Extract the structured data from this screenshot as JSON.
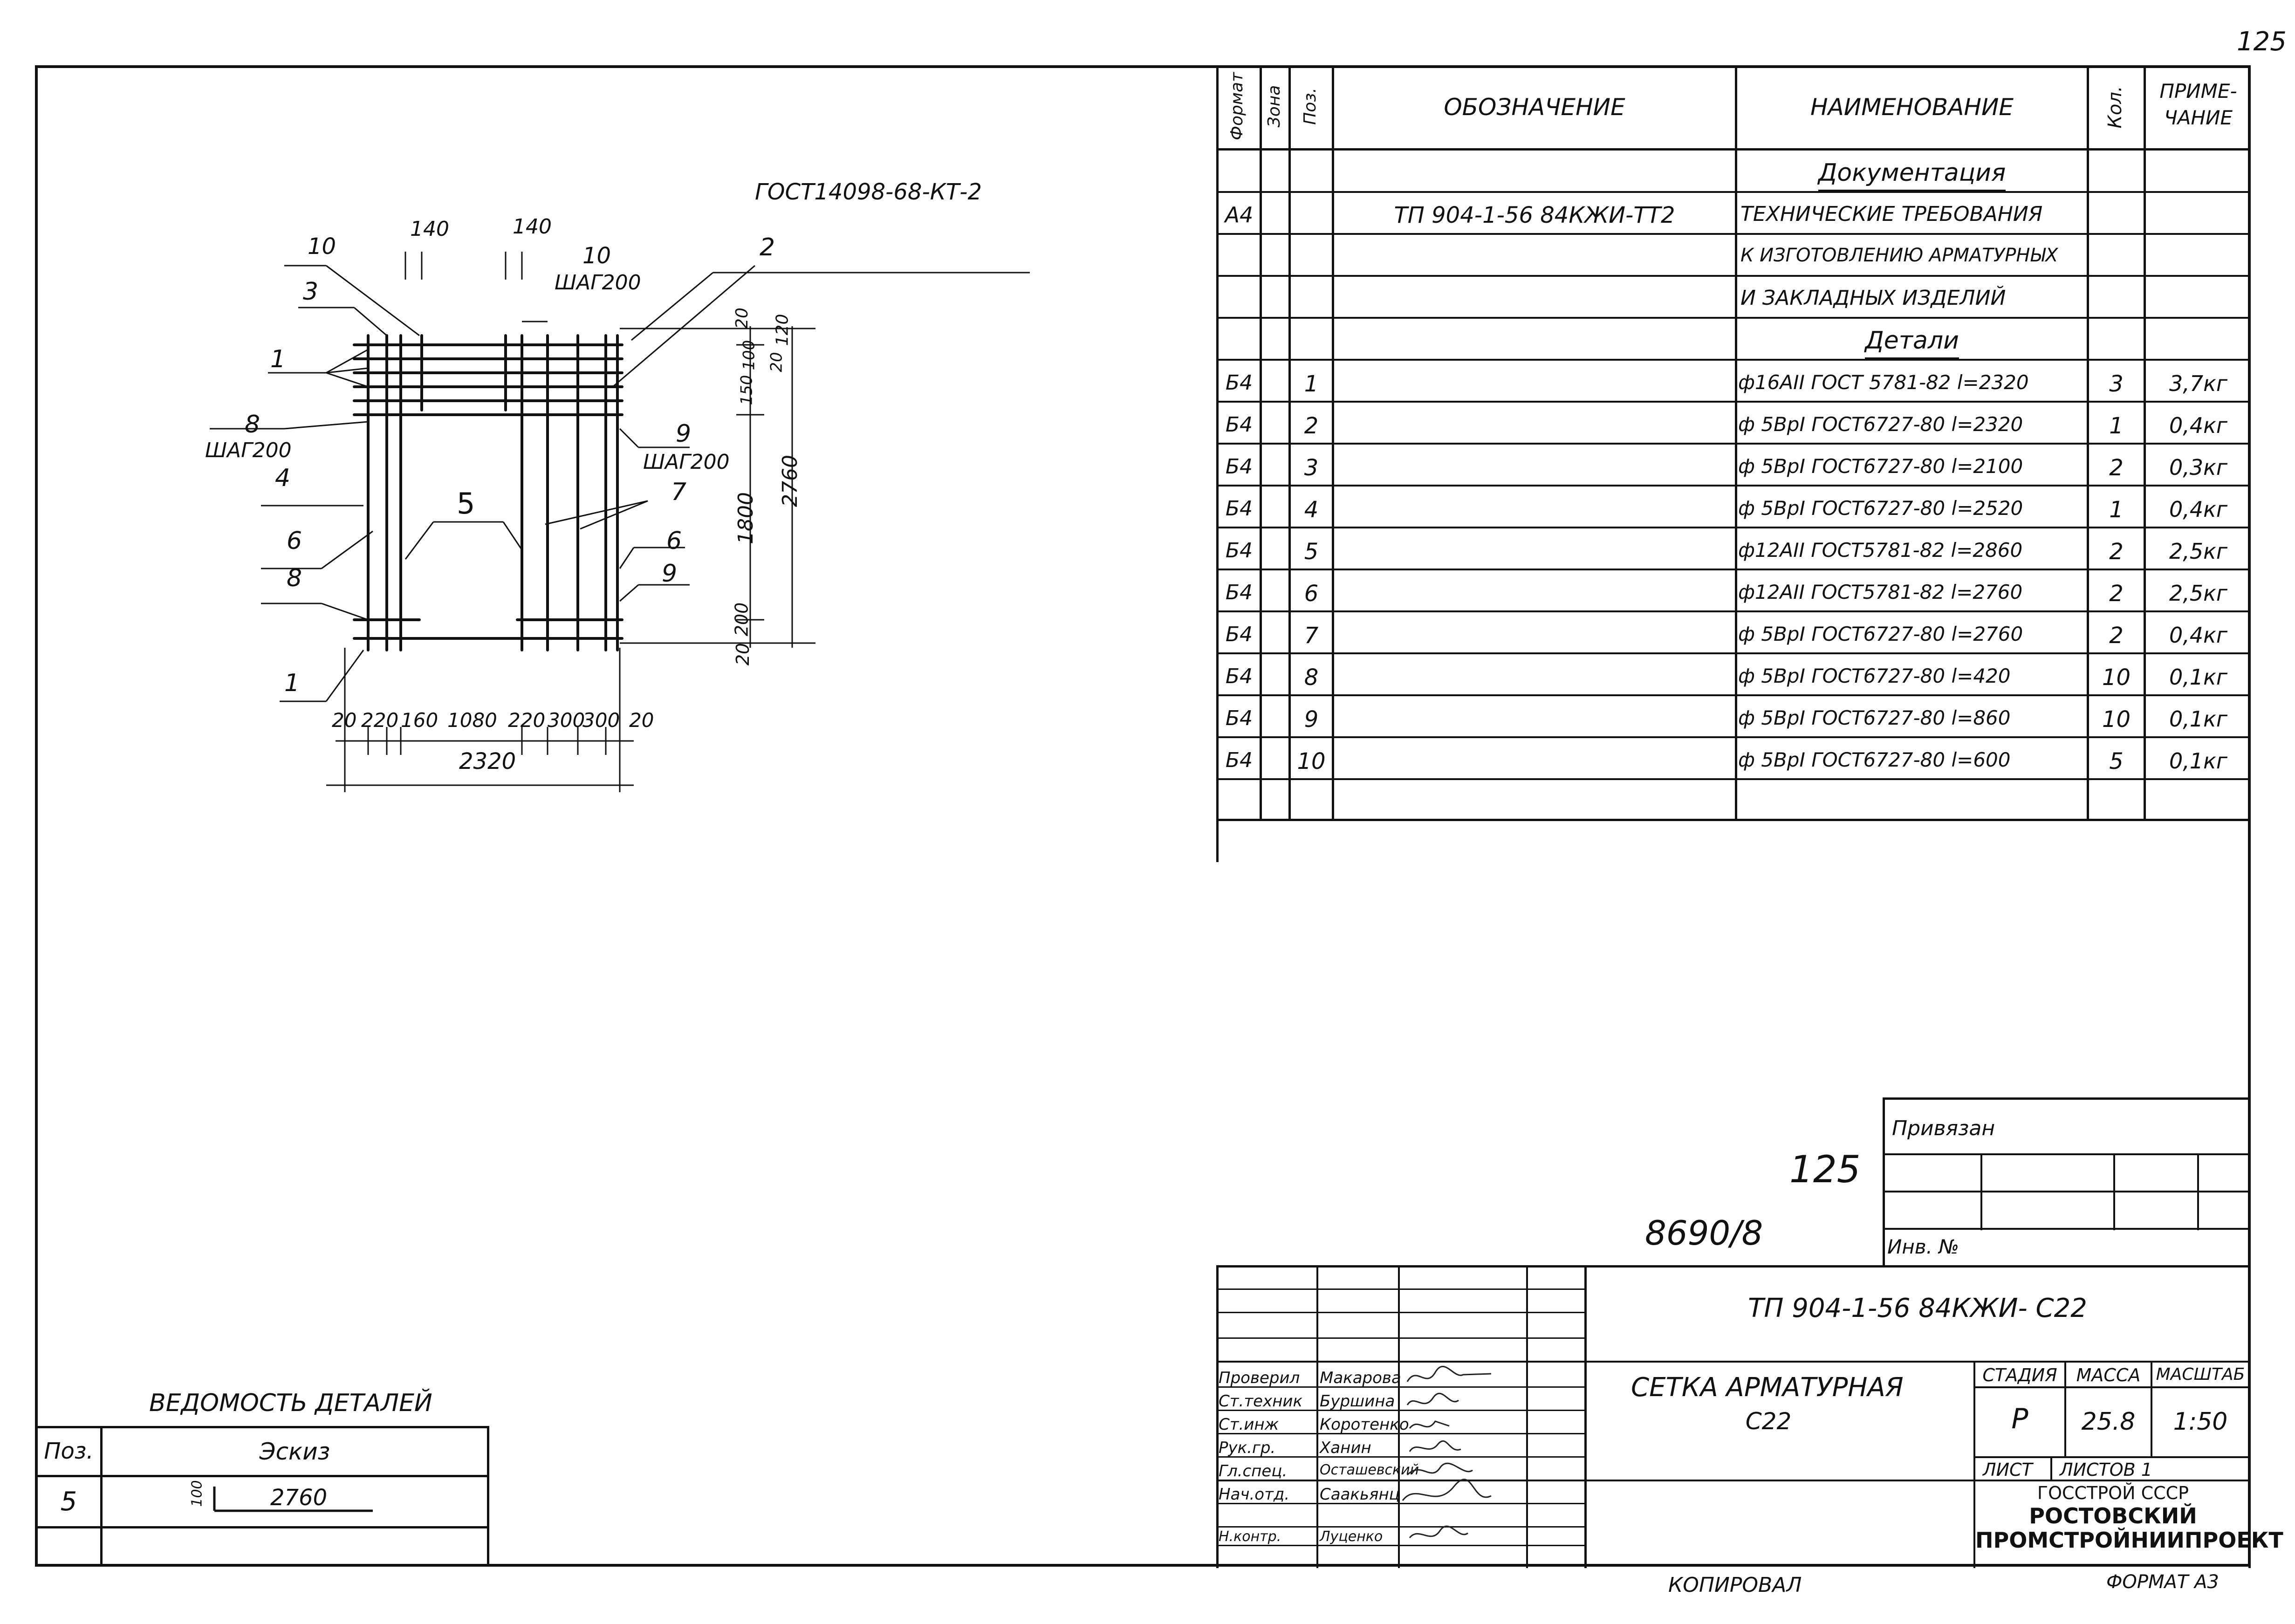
{
  "sheet": {
    "number": "125"
  },
  "spec": {
    "headers": {
      "format": "Формат",
      "zone": "Зона",
      "pos": "Поз.",
      "designation": "ОБОЗНАЧЕНИЕ",
      "name": "НАИМЕНОВАНИЕ",
      "qty": "Кол.",
      "note_line1": "ПРИМЕ-",
      "note_line2": "ЧАНИЕ"
    },
    "section_docs": "Документация",
    "doc_row": {
      "format": "А4",
      "designation": "ТП 904-1-56 84КЖИ-ТТ2",
      "name_lines": [
        "ТЕХНИЧЕСКИЕ ТРЕБОВАНИЯ",
        "К ИЗГОТОВЛЕНИЮ АРМАТУРНЫХ",
        "И ЗАКЛАДНЫХ ИЗДЕЛИЙ"
      ]
    },
    "section_parts": "Детали",
    "rows": [
      {
        "format": "Б4",
        "pos": "1",
        "name": "ф16АII ГОСТ 5781-82 l=2320",
        "qty": "3",
        "note": "3,7кг"
      },
      {
        "format": "Б4",
        "pos": "2",
        "name": "ф 5ВрI ГОСТ6727-80 l=2320",
        "qty": "1",
        "note": "0,4кг"
      },
      {
        "format": "Б4",
        "pos": "3",
        "name": "ф 5ВрI ГОСТ6727-80 l=2100",
        "qty": "2",
        "note": "0,3кг"
      },
      {
        "format": "Б4",
        "pos": "4",
        "name": "ф 5ВрI ГОСТ6727-80 l=2520",
        "qty": "1",
        "note": "0,4кг"
      },
      {
        "format": "Б4",
        "pos": "5",
        "name": "ф12АII ГОСТ5781-82 l=2860",
        "qty": "2",
        "note": "2,5кг"
      },
      {
        "format": "Б4",
        "pos": "6",
        "name": "ф12АII ГОСТ5781-82 l=2760",
        "qty": "2",
        "note": "2,5кг"
      },
      {
        "format": "Б4",
        "pos": "7",
        "name": "ф 5ВрI ГОСТ6727-80 l=2760",
        "qty": "2",
        "note": "0,4кг"
      },
      {
        "format": "Б4",
        "pos": "8",
        "name": "ф 5ВрI ГОСТ6727-80 l=420",
        "qty": "10",
        "note": "0,1кг"
      },
      {
        "format": "Б4",
        "pos": "9",
        "name": "ф 5ВрI ГОСТ6727-80 l=860",
        "qty": "10",
        "note": "0,1кг"
      },
      {
        "format": "Б4",
        "pos": "10",
        "name": "ф 5ВрI ГОСТ6727-80 l=600",
        "qty": "5",
        "note": "0,1кг"
      }
    ]
  },
  "drawing": {
    "gost_label": "ГОСТ14098-68-КТ-2",
    "labels": {
      "l10a": "10",
      "l140a": "140",
      "l140b": "140",
      "l10b": "10",
      "step_top": "ШАГ200",
      "l3": "3",
      "l2": "2",
      "l1a": "1",
      "l8": "8",
      "step8": "ШАГ200",
      "l4": "4",
      "l9": "9",
      "step9": "ШАГ200",
      "l5": "5",
      "l7": "7",
      "l6a": "6",
      "l6b": "6",
      "l8b": "8",
      "l9b": "9",
      "l1b": "1"
    },
    "right_dims": {
      "d20": "20",
      "d120": "120",
      "d100": "100",
      "d150": "150",
      "d20b": "20",
      "d1800": "1800",
      "d2760": "2760",
      "d200": "200",
      "d20c": "20"
    },
    "bottom_dims": [
      "20",
      "220",
      "160",
      "1080",
      "220",
      "300",
      "300",
      "20"
    ],
    "total_width": "2320"
  },
  "stamp": {
    "tied_label": "Привязан",
    "inv_label": "Инв. №",
    "handwritten_sheet": "125",
    "handwritten_code": "8690/8",
    "doc_code": "ТП 904-1-56 84КЖИ- С22",
    "title_lines": [
      "СЕТКА АРМАТУРНАЯ",
      "С22"
    ],
    "stage_label": "СТАДИЯ",
    "mass_label": "МАССА",
    "scale_label": "МАСШТАБ",
    "stage": "Р",
    "mass": "25.8",
    "scale": "1:50",
    "sheet_label": "ЛИСТ",
    "sheets_label": "ЛИСТОВ 1",
    "org_lines": [
      "ГОССТРОЙ СССР",
      "РОСТОВСКИЙ",
      "ПРОМСТРОЙНИИПРОЕКТ"
    ],
    "people": [
      {
        "role": "Проверил",
        "name": "Макарова"
      },
      {
        "role": "Ст.техник",
        "name": "Буршина"
      },
      {
        "role": "Ст.инж",
        "name": "Коротенко"
      },
      {
        "role": "Рук.гр.",
        "name": "Ханин"
      },
      {
        "role": "Гл.спец.",
        "name": "Осташевский"
      },
      {
        "role": "Нач.отд.",
        "name": "Саакьянц"
      },
      {
        "role": "Н.контр.",
        "name": "Луценко"
      }
    ],
    "copied": "КОПИРОВАЛ",
    "format": "ФОРМАТ А3"
  },
  "details_list": {
    "title": "ВЕДОМОСТЬ ДЕТАЛЕЙ",
    "col_pos": "Поз.",
    "col_sketch": "Эскиз",
    "row_pos": "5",
    "dim_small": "100",
    "dim_len": "2760"
  }
}
